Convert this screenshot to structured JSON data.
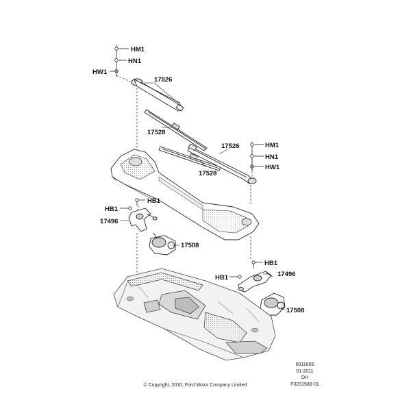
{
  "diagram": {
    "callouts": {
      "hm1_top": "HM1",
      "hn1_top": "HN1",
      "hw1_top": "HW1",
      "arm_left": "17526",
      "blade_left": "17528",
      "arm_right": "17526",
      "hm1_right": "HM1",
      "hn1_right": "HN1",
      "hw1_right": "HW1",
      "blade_right": "17528",
      "hb1_mid_left": "HB1",
      "hb1_mid_right": "HB1",
      "linkage_left": "17496",
      "motor_left": "17508",
      "hb1_low_right": "HB1",
      "hb1_low_left": "HB1",
      "linkage_right": "17496",
      "motor_right": "17508"
    },
    "reference": {
      "code": "5011605",
      "date": "01-2011",
      "initials": "DH",
      "figure_id": "F0231588-01"
    },
    "copyright": "© Copyright, 2010, Ford Motor Company Limited"
  }
}
